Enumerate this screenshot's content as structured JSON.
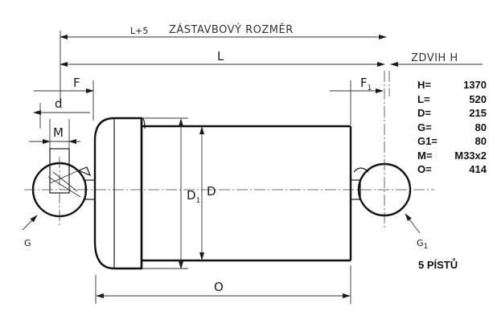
{
  "dimensions": {
    "mounting_length_label": "L+5",
    "mounting_title": "ZÁSTAVBOVÝ ROZMĚR",
    "stroke_label": "ZDVIH  H",
    "L": "L",
    "F": "F",
    "F1": "F",
    "F1_sub": "1",
    "d": "d",
    "M": "M",
    "D": "D",
    "D1": "D",
    "D1_sub": "1",
    "G": "G",
    "G1": "G",
    "G1_sub": "1",
    "O": "O"
  },
  "specs": [
    {
      "key": "H=",
      "value": "1370"
    },
    {
      "key": "L=",
      "value": "520"
    },
    {
      "key": "D=",
      "value": "215"
    },
    {
      "key": "G=",
      "value": "80"
    },
    {
      "key": "G1=",
      "value": "80"
    },
    {
      "key": "M=",
      "value": "M33x2"
    },
    {
      "key": "O=",
      "value": "414"
    }
  ],
  "stage_count": "5 PÍSTŮ"
}
